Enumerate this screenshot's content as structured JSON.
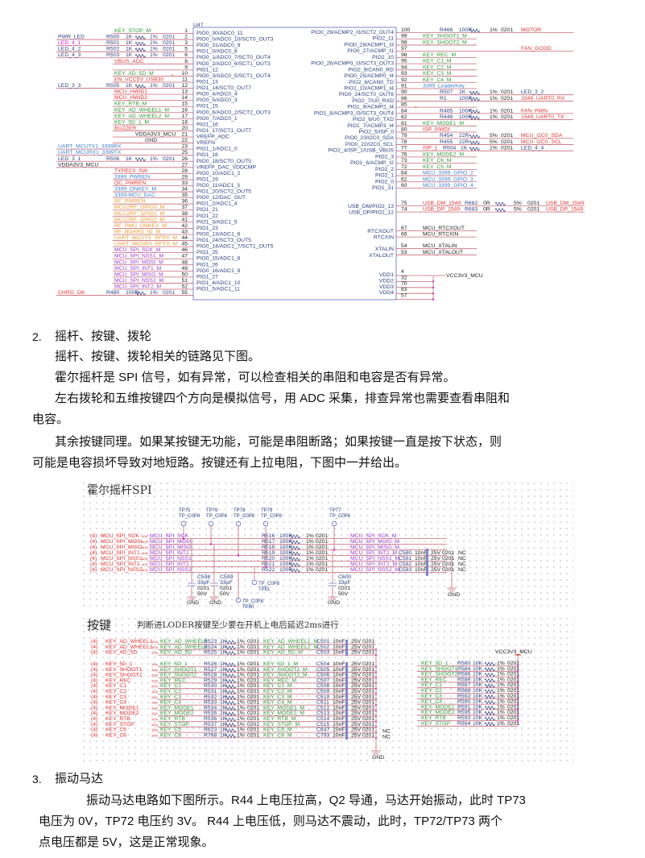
{
  "colors": {
    "g": "#2f9a35",
    "r": "#e2322f",
    "b": "#3a7fd6",
    "p": "#9a3ad2",
    "o": "#ec9a2c",
    "m": "#d51fd5",
    "k": "#222222",
    "n": "#2b3f80",
    "wire": "#c46a78",
    "box": "#7f86c8"
  },
  "mcu": {
    "ref": "U47",
    "left": [
      [
        "1",
        "PIO0_30/ADC0_11",
        "KEY_STOP_M",
        "g",
        null,
        "",
        ""
      ],
      [
        "2",
        "PIO0_0/ADC0_10/SCT0_OUT3",
        "",
        "",
        [
          "R500",
          "1K",
          "1%",
          "0201"
        ],
        "PWR_LED",
        "n"
      ],
      [
        "3",
        "PIO0_31/ADC0_9",
        "",
        "",
        [
          "R501",
          "1K",
          "1%",
          "0201"
        ],
        "LED_4_1",
        "m"
      ],
      [
        "5",
        "PIO1_0/ADC0_8",
        "",
        "",
        [
          "R502",
          "1K",
          "1%",
          "0201"
        ],
        "LED_4_2",
        "n"
      ],
      [
        "6",
        "PIO0_1/ADC0_7/SCT0_OUT4",
        "",
        "",
        [
          "R503",
          "1K",
          "1%",
          "0201"
        ],
        "LED_4_3",
        "n"
      ],
      [
        "8",
        "PIO0_2/ADC0_6/SCT1_OUT3",
        "VBUS_ADC",
        "r",
        null,
        "",
        ""
      ],
      [
        "9",
        "PIO1_12",
        "",
        "",
        null,
        "",
        ""
      ],
      [
        "10",
        "PIO0_3/ADC0_5/SCT1_OUT4",
        "KEY_AD_5D_M",
        "g",
        null,
        "",
        ""
      ],
      [
        "11",
        "PIO1_13",
        "EN_VCC5V_USB30",
        "r",
        null,
        "",
        ""
      ],
      [
        "12",
        "PIO1_14/SCT0_OUT7",
        "",
        "",
        [
          "R505",
          "1K",
          "1%",
          "0201"
        ],
        "LED_3_3",
        "n"
      ],
      [
        "13",
        "PIO0_4/ADC0_4",
        "MCU_HWID1",
        "r",
        null,
        "",
        ""
      ],
      [
        "14",
        "PIO0_5/ADC0_3",
        "MCU_HWID2",
        "r",
        null,
        "",
        ""
      ],
      [
        "15",
        "PIO1_15",
        "KEY_RTB_M",
        "g",
        null,
        "",
        ""
      ],
      [
        "16",
        "PIO0_6/ADC0_2/SCT2_OUT3",
        "KEY_AD_WHEEL1_M",
        "g",
        null,
        "",
        ""
      ],
      [
        "17",
        "PIO0_7/ADC0_1",
        "KEY_AD_WHEEL2_M",
        "g",
        null,
        "",
        ""
      ],
      [
        "18",
        "PIO1_16",
        "KEY_5D_1_M",
        "g",
        null,
        "",
        ""
      ],
      [
        "20",
        "PIO1_17/SCT1_OUT7",
        "BUZZER",
        "r",
        null,
        "",
        ""
      ],
      [
        "21",
        "VREFP_ADC",
        "VDDA3V3_MCU",
        "k",
        null,
        "",
        ""
      ],
      [
        "22",
        "VREFN",
        "GND",
        "k",
        null,
        "",
        ""
      ],
      [
        "23",
        "PIO1_1/ADC1_0",
        "",
        "",
        null,
        "UART_MCUTX1_3399RX",
        "b"
      ],
      [
        "25",
        "PIO1_18",
        "",
        "",
        null,
        "UART_MCURX1_3399TX",
        "b"
      ],
      [
        "26",
        "PIO0_18/SCT0_OUT5",
        "",
        "",
        [
          "R506",
          "1K",
          "1%",
          "0201"
        ],
        "LED_3_1",
        "n"
      ],
      [
        "27",
        "VREFP_DAC_VDDCMP",
        "",
        "",
        null,
        "VDDA3V3_MCU",
        "k"
      ],
      [
        "28",
        "PIO0_10/ADC1_2",
        "TYPEC0_SW",
        "r",
        null,
        "",
        ""
      ],
      [
        "29",
        "PIO1_19",
        "3399_PWREN",
        "b",
        null,
        "",
        ""
      ],
      [
        "33",
        "PIO0_11/ADC1_3",
        "QC_PWREN",
        "r",
        null,
        "",
        ""
      ],
      [
        "34",
        "PIO1_20/SCT2_OUT5",
        "3399_ONKEY_M",
        "b",
        null,
        "",
        ""
      ],
      [
        "35",
        "PIO0_12/DAC_OUT",
        "3399-MCU_DAC",
        "b",
        null,
        "",
        ""
      ],
      [
        "36",
        "PIO1_2/ADC1_4",
        "RF_PWREN",
        "o",
        null,
        "",
        ""
      ],
      [
        "37",
        "PIO1_21",
        "MCU2RF_GPIO0_M",
        "o",
        null,
        "",
        ""
      ],
      [
        "38",
        "PIO1_22",
        "MCU2RF_GPIO1_M",
        "o",
        null,
        "",
        ""
      ],
      [
        "41",
        "PIO1_3/ADC1_5",
        "MCU2RF_GPIO2_M",
        "o",
        null,
        "",
        ""
      ],
      [
        "42",
        "PIO1_23",
        "RF_PMU_ONKEY_M",
        "o",
        null,
        "",
        ""
      ],
      [
        "43",
        "PIO0_13/ADC1_6",
        "RF_BOARD_ID_M",
        "o",
        null,
        "",
        ""
      ],
      [
        "44",
        "PIO1_24/SCT3_OUT5",
        "UART_MCUTX_RFRX_M",
        "o",
        null,
        "",
        ""
      ],
      [
        "45",
        "PIO0_14/ADC1_7/SCT1_OUT5",
        "UART_MCURX_RFTX_M",
        "o",
        null,
        "",
        ""
      ],
      [
        "46",
        "PIO1_25",
        "MCU_SPI_SCK_M",
        "p",
        null,
        "",
        ""
      ],
      [
        "47",
        "PIO0_15/ADC1_8",
        "MCU_SPI_NSS1_M",
        "p",
        null,
        "",
        ""
      ],
      [
        "48",
        "PIO1_26",
        "MCU_SPI_MOSI_M",
        "p",
        null,
        "",
        ""
      ],
      [
        "49",
        "PIO0_16/ADC1_9",
        "MCU_SPI_INT1_M",
        "p",
        null,
        "",
        ""
      ],
      [
        "50",
        "PIO1_27",
        "MCU_SPI_MISO_M",
        "p",
        null,
        "",
        ""
      ],
      [
        "51",
        "PIO1_4/ADC1_10",
        "MCU_SPI_NSS2_M",
        "p",
        null,
        "",
        ""
      ],
      [
        "52",
        "PIO1_5/ADC1_11",
        "MCU_SPI_INT2_M",
        "p",
        null,
        "",
        ""
      ],
      [
        "55",
        "",
        "",
        "",
        [
          "R480",
          "100R",
          "1%",
          "0201"
        ],
        "CHRG_OK",
        "r"
      ]
    ],
    "right": [
      [
        "100",
        "PIO0_29/ACMP2_I3/SCT2_OUT4",
        "",
        "",
        [
          "R466",
          "100R",
          "1%",
          "0201"
        ],
        "MOTOR"
      ],
      [
        "99",
        "PIO2_11",
        "KEY_SHOOT1_M",
        "g",
        null,
        ""
      ],
      [
        "98",
        "PIO0_28/ACMP1_I3",
        "KEY_SHOOT2_M",
        "g",
        null,
        ""
      ],
      [
        "97",
        "PIO0_27/ACMP_I1",
        "",
        "",
        null,
        "FAN_GOOD"
      ],
      [
        "96",
        "PIO2_10",
        "KEY_REC_M",
        "g",
        null,
        ""
      ],
      [
        "95",
        "PIO0_26/ACMP0_I3/SCT3_OUT3",
        "KEY_C1_M",
        "g",
        null,
        ""
      ],
      [
        "94",
        "PIO2_9/CAN0_RD",
        "KEY_C2_M",
        "g",
        null,
        ""
      ],
      [
        "93",
        "PIO0_25/ACMP0_I4",
        "KEY_C3_M",
        "g",
        null,
        ""
      ],
      [
        "92",
        "PIO2_8/CAN0_TD",
        "KEY_C4_M",
        "g",
        null,
        ""
      ],
      [
        "91",
        "PIO1_10/ACMP1_I4",
        "3399_LoaderKey",
        "b",
        null,
        ""
      ],
      [
        "90",
        "PIO0_24/SCT0_OUT6",
        "",
        "",
        [
          "R507",
          "1K",
          "1%",
          "0201"
        ],
        "LED_3_2"
      ],
      [
        "86",
        "PIO2_7/U0_RXD",
        "",
        "",
        [
          "R1",
          "100R",
          "1%",
          "0201"
        ],
        "1549_UART0_RX"
      ],
      [
        "85",
        "PIO1_9/ACMP2_I4",
        "",
        "",
        null,
        ""
      ],
      [
        "84",
        "PIO1_8/ACMP3_I3/SCT3_OUT4",
        "",
        "",
        [
          "R465",
          "100R",
          "1%",
          "0201"
        ],
        "FAN_PWN"
      ],
      [
        "82",
        "PIO2_6/U0_TXD",
        "",
        "",
        [
          "R448",
          "100R",
          "1%",
          "0201"
        ],
        "1549_UART0_TX"
      ],
      [
        "81",
        "PIO1_7/ACMP3_I4",
        "KEY_MODE1_M",
        "g",
        null,
        ""
      ],
      [
        "80",
        "PIO2_5/ISP_0",
        "ISP_0/WDI",
        "r",
        null,
        ""
      ],
      [
        "79",
        "PIO0_23/I2C0_SDA",
        "",
        "",
        [
          "R454",
          "22R",
          "5%",
          "0201"
        ],
        "MCU_I2C0_SDA"
      ],
      [
        "78",
        "PIO0_22/I2C0_SCL",
        "",
        "",
        [
          "R455",
          "22R",
          "5%",
          "0201"
        ],
        "MCU_I2C0_SCL"
      ],
      [
        "77",
        "PIO2_4/ISP_1/USB_VBUS",
        "ISP_1",
        "r",
        [
          "R504",
          "1K",
          "1%",
          "0201"
        ],
        "LED_4_4"
      ],
      [
        "76",
        "PIO2_3",
        "KEY_MODE2_M",
        "g",
        null,
        ""
      ],
      [
        "73",
        "PIO1_6/ACMP_I2",
        "KEY_C6_M",
        "g",
        null,
        ""
      ],
      [
        "72",
        "PIO2_2",
        "KEY_C5_M",
        "g",
        null,
        ""
      ],
      [
        "64",
        "PIO2_1",
        "MCU_3399_GPIO_2",
        "b",
        null,
        ""
      ],
      [
        "62",
        "PIO2_0",
        "MCU_3399_GPIO_3",
        "b",
        null,
        ""
      ],
      [
        "60",
        "PIO1_31",
        "MCU_3399_GPIO_4",
        "b",
        null,
        ""
      ]
    ],
    "usb": [
      [
        "75",
        "USB_DM/PIO2_13",
        "USB_DM_1549",
        [
          "R682",
          "0R",
          "5%",
          "0201"
        ],
        "USB_DM_1549"
      ],
      [
        "74",
        "USB_DP/PIO2_12",
        "USB_DP_1549",
        [
          "R683",
          "0R",
          "5%",
          "0201"
        ],
        "USB_DP_1549"
      ]
    ],
    "clock": [
      [
        "67",
        "RTCXOUT",
        "MCU_RTCXOUT"
      ],
      [
        "66",
        "RTCXIN",
        "MCU_RTCXIN"
      ],
      [
        "54",
        "XTALIN",
        "MCU_XTALIN"
      ],
      [
        "53",
        "XTALOUT",
        "MCU_XTALOUT"
      ]
    ],
    "power_net": "VCC3V3_MCU",
    "power": [
      [
        "4",
        "VDD1"
      ],
      [
        "32",
        "VDD2"
      ],
      [
        "70",
        "VDD3"
      ],
      [
        "83",
        "VDD4"
      ],
      [
        "57",
        ""
      ]
    ]
  },
  "section2": {
    "number": "2.",
    "heading": "摇杆、按键、拨轮",
    "lines": [
      "摇杆、按键、拨轮相关的链路见下图。",
      "霍尔摇杆是 SPI 信号，如有异常，可以检查相关的串阻和电容是否有异常。",
      "左右拨轮和五维按键四个方向是模拟信号，用 ADC 采集，排查异常也需要查看串阻和",
      "电容。",
      "其余按键同理。如果某按键无功能，可能是串阻断路；如果按键一直是按下状态，则",
      "可能是电容损坏导致对地短路。按键还有上拉电阻，下图中一并给出。"
    ]
  },
  "spi": {
    "title": "霍尔摇杆SPI",
    "sheet": "(4)",
    "tp_type": "TP_C0P8",
    "tps_top": [
      "TP75",
      "TP76",
      "TP78",
      "TP79",
      "TP77"
    ],
    "tps_bottom": [
      "TP80",
      "TP81"
    ],
    "caps": [
      [
        "C598",
        "33pF",
        "0201",
        "50V"
      ],
      [
        "C599",
        "33pF",
        "0201",
        "50V"
      ],
      [
        "C600",
        "33pF",
        "0201",
        "50V"
      ]
    ],
    "gnd": "GND",
    "rows": [
      [
        "MCU_SPI_SCK",
        "R516",
        "100R",
        "1%",
        "0201",
        "MCU_SPI_SCK_M",
        null
      ],
      [
        "MCU_SPI_MOSI",
        "R517",
        "100R",
        "1%",
        "0201",
        "MCU_SPI_MOSI_M",
        null
      ],
      [
        "MCU_SPI_MISO",
        "R518",
        "100R",
        "1%",
        "0201",
        "MCU_SPI_MISO_M",
        null
      ],
      [
        "MCU_SPI_INT1",
        "R519",
        "100R",
        "1%",
        "0201",
        "MCU_SPI_INT1_M",
        [
          "C580",
          "10nF",
          "25V 0201",
          "NC"
        ]
      ],
      [
        "MCU_SPI_NSS1",
        "R520",
        "100R",
        "1%",
        "0201",
        "MCU_SPI_NSS1_M",
        [
          "C581",
          "10nF",
          "25V 0201",
          "NC"
        ]
      ],
      [
        "MCU_SPI_INT2",
        "R521",
        "100R",
        "1%",
        "0201",
        "MCU_SPI_INT2_M",
        [
          "C582",
          "10nF",
          "25V 0201",
          "NC"
        ]
      ],
      [
        "MCU_SPI_NSS2",
        "R522",
        "100R",
        "1%",
        "0201",
        "MCU_SPI_NSS2_M",
        [
          "C583",
          "10nF",
          "25V 0201",
          "NC"
        ]
      ]
    ]
  },
  "keys": {
    "title": "按键",
    "note": "判断进LODER按键至少要在开机上电后延迟2ms进行",
    "sheet": "(4)",
    "gnd": "GND",
    "rows": [
      [
        "KEY_AD_WHEEL1",
        "R523",
        "KEY_AD_WHEEL1_M",
        "C501",
        ""
      ],
      [
        "KEY_AD_WHEEL2",
        "R524",
        "KEY_AD_WHEEL2_M",
        "C502",
        ""
      ],
      [
        "KEY_AD_5D",
        "R525",
        "KEY_AD_5D_M",
        "C503",
        ""
      ],
      [
        "KEY_5D_1",
        "R526",
        "KEY_5D_1_M",
        "C504",
        ""
      ],
      [
        "KEY_SHOOT1",
        "R527",
        "KEY_SHOOT1_M",
        "C505",
        ""
      ],
      [
        "KEY_SHOOT2",
        "R528",
        "KEY_SHOOT2_M",
        "C506",
        ""
      ],
      [
        "KEY_REC",
        "R529",
        "KEY_REC_M",
        "C507",
        ""
      ],
      [
        "KEY_C1",
        "R530",
        "KEY_C1_M",
        "C508",
        ""
      ],
      [
        "KEY_C2",
        "R531",
        "KEY_C2_M",
        "C509",
        ""
      ],
      [
        "KEY_C3",
        "R532",
        "KEY_C3_M",
        "C510",
        ""
      ],
      [
        "KEY_C4",
        "R533",
        "KEY_C4_M",
        "C511",
        ""
      ],
      [
        "KEY_MODE1",
        "R534",
        "KEY_MODE1_M",
        "C512",
        ""
      ],
      [
        "KEY_MODE2",
        "R535",
        "KEY_MODE2_M",
        "C513",
        ""
      ],
      [
        "KEY_RTB",
        "R536",
        "KEY_RTB_M",
        "C514",
        ""
      ],
      [
        "KEY_STOP",
        "R537",
        "KEY_STOP_M",
        "C515",
        ""
      ],
      [
        "KEY_C5",
        "R623",
        "KEY_C5_M",
        "C647",
        "NC"
      ],
      [
        "KEY_C6",
        "R768",
        "KEY_C6_M",
        "C793",
        "NC"
      ]
    ],
    "r_value": "1K",
    "r_tol": "1%",
    "pkg": "0201",
    "c_value": "10nF",
    "c_rating": "25V 0201",
    "pullup_net": "VCC3V3_MCU",
    "pullup_value": "10K",
    "pullups": [
      [
        "KEY_5D_1",
        "R580"
      ],
      [
        "KEY_SHOOT1",
        "R584"
      ],
      [
        "KEY_SHOOT2",
        "R586"
      ],
      [
        "KEY_REC",
        "R589"
      ],
      [
        "KEY_C1",
        "R587"
      ],
      [
        "KEY_C2",
        "R588"
      ],
      [
        "KEY_C3",
        "R592"
      ],
      [
        "KEY_C4",
        "R590"
      ],
      [
        "KEY_MODE1",
        "R591"
      ],
      [
        "KEY_MODE2",
        "R595"
      ],
      [
        "KEY_RTB",
        "R593"
      ],
      [
        "KEY_STOP",
        "R594"
      ]
    ]
  },
  "section3": {
    "number": "3.",
    "heading": "振动马达",
    "lines": [
      "振动马达电路如下图所示。R44 上电压拉高，Q2 导通，马达开始振动，此时 TP73",
      "电压为 0V，TP72 电压约 3V。    R44 上电压低，则马达不震动，此时，TP72/TP73 两个",
      "点电压都是 5V，这是正常现象。"
    ]
  }
}
